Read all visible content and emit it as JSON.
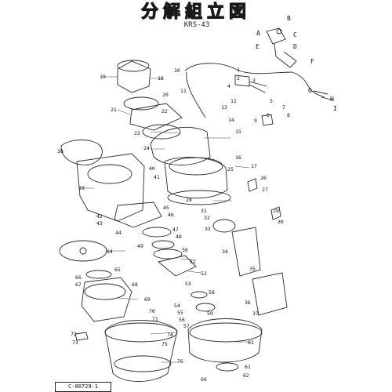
{
  "title": "分解組立図",
  "model": "KRS-43",
  "doc_number": "C-00729-1",
  "letters": [
    "A",
    "B",
    "C",
    "D",
    "E",
    "F",
    "G",
    "H",
    "I"
  ],
  "numbers": [
    "1",
    "2",
    "3",
    "4",
    "5",
    "6",
    "7",
    "8",
    "9",
    "10",
    "11",
    "12",
    "13",
    "14",
    "15",
    "16",
    "17",
    "18",
    "19",
    "20",
    "21",
    "22",
    "23",
    "24",
    "25",
    "26",
    "27",
    "28",
    "29",
    "30",
    "31",
    "32",
    "33",
    "34",
    "35",
    "36",
    "37",
    "38",
    "39",
    "40",
    "41",
    "42",
    "43",
    "44",
    "45",
    "46",
    "47",
    "48",
    "49",
    "50",
    "51",
    "52",
    "53",
    "54",
    "55",
    "56",
    "57",
    "58",
    "59",
    "60",
    "61",
    "62",
    "63",
    "64",
    "65",
    "66",
    "67",
    "68",
    "69",
    "70",
    "71",
    "72",
    "73",
    "74",
    "75",
    "76"
  ]
}
